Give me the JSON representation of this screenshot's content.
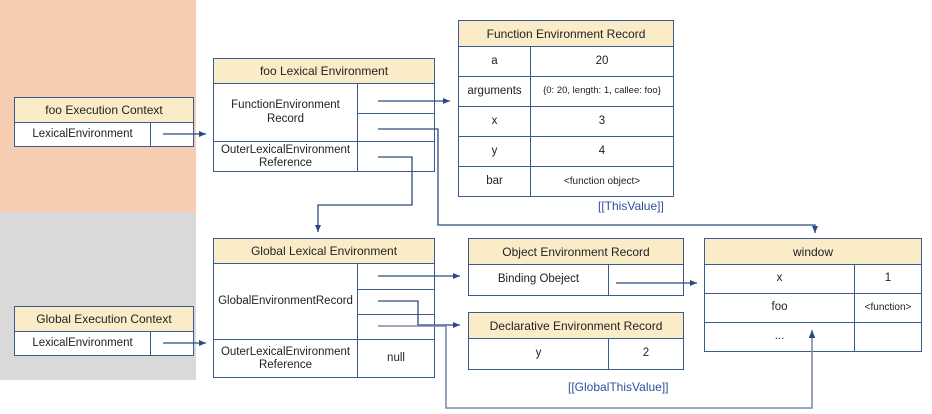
{
  "diagram": {
    "title": "JavaScript Execution Context and Lexical Environment Diagram",
    "colors": {
      "foo_zone": "#f7cdb2",
      "global_zone": "#d9d9d9",
      "header_fill": "#fbecc8",
      "border": "#3a5a92",
      "wire": "#2b4a80",
      "wire_gray": "#7b8ba6",
      "label_text": "#2f4f9e"
    }
  },
  "foo_execution_context": {
    "title": "foo Execution Context",
    "rows": [
      {
        "key": "LexicalEnvironment",
        "value": ""
      }
    ]
  },
  "global_execution_context": {
    "title": "Global Execution Context",
    "rows": [
      {
        "key": "LexicalEnvironment",
        "value": ""
      }
    ]
  },
  "foo_lexical_environment": {
    "title": "foo Lexical Environment",
    "rows": [
      {
        "key": "FunctionEnvironment Record",
        "key_line1": "FunctionEnvironment",
        "key_line2": "Record",
        "value": ""
      },
      {
        "key": "OuterLexicalEnvironment Reference",
        "key_line1": "OuterLexicalEnvironment",
        "key_line2": "Reference",
        "value": ""
      }
    ]
  },
  "global_lexical_environment": {
    "title": "Global Lexical Environment",
    "rows": [
      {
        "key": "GlobalEnvironmentRecord",
        "value": ""
      },
      {
        "key": "OuterLexicalEnvironment Reference",
        "key_line1": "OuterLexicalEnvironment",
        "key_line2": "Reference",
        "value": "null"
      }
    ]
  },
  "function_environment_record": {
    "title": "Function Environment Record",
    "rows": [
      {
        "key": "a",
        "value": "20"
      },
      {
        "key": "arguments",
        "value": "{0: 20, length: 1, callee: foo}"
      },
      {
        "key": "x",
        "value": "3"
      },
      {
        "key": "y",
        "value": "4"
      },
      {
        "key": "bar",
        "value": "<function object>"
      }
    ]
  },
  "object_environment_record": {
    "title": "Object Environment Record",
    "rows": [
      {
        "key": "Binding Obeject",
        "value": ""
      }
    ]
  },
  "declarative_environment_record": {
    "title": "Declarative Environment Record",
    "rows": [
      {
        "key": "y",
        "value": "2"
      }
    ]
  },
  "window_object": {
    "title": "window",
    "rows": [
      {
        "key": "x",
        "value": "1"
      },
      {
        "key": "foo",
        "value": "<function>"
      },
      {
        "key": "...",
        "value": ""
      }
    ]
  },
  "connector_labels": {
    "this_value": "[[ThisValue]]",
    "global_this_value": "[[GlobalThisValue]]"
  }
}
